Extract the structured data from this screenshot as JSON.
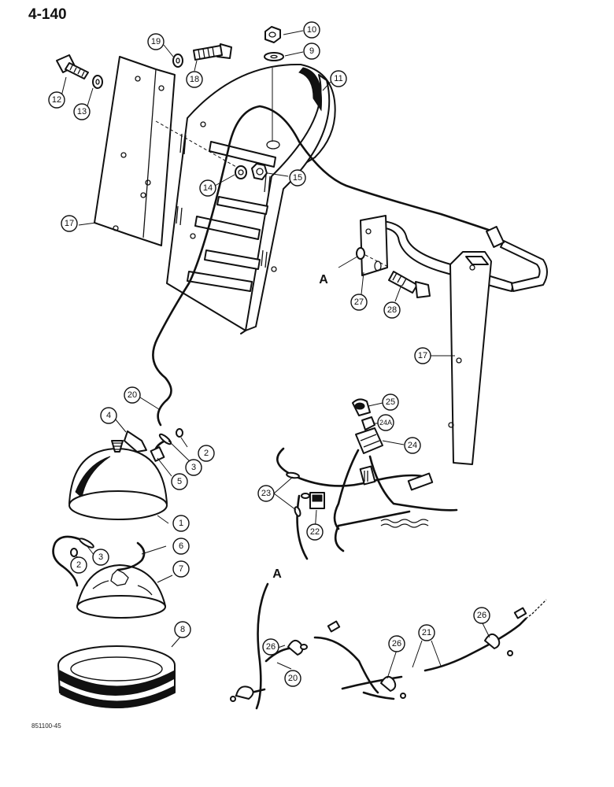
{
  "page_number": "4-140",
  "figure_code": "851100-45",
  "view_labels": {
    "main": "A",
    "detail": "A"
  },
  "callouts": [
    "1",
    "2",
    "3",
    "4",
    "5",
    "6",
    "7",
    "8",
    "9",
    "10",
    "11",
    "12",
    "13",
    "14",
    "15",
    "17",
    "18",
    "19",
    "20",
    "21",
    "22",
    "23",
    "24",
    "24A",
    "25",
    "26",
    "27",
    "28"
  ]
}
